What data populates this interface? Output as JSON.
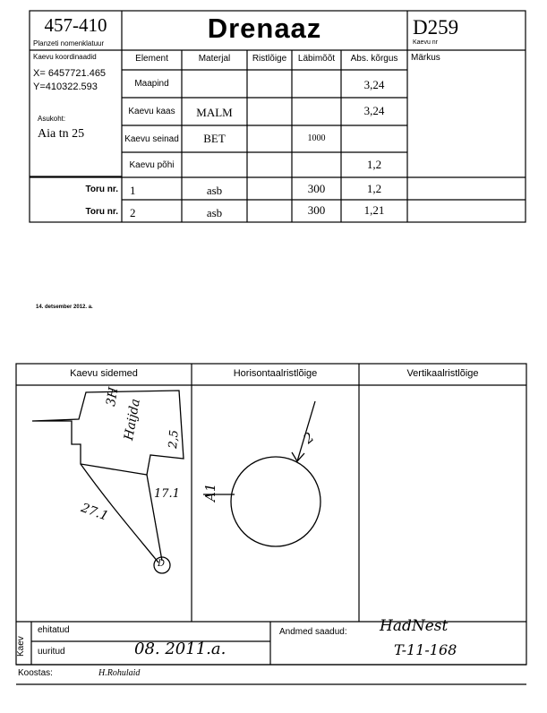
{
  "header": {
    "plan_number": "457-410",
    "plan_number_label": "Planzeti nomenklatuur",
    "title": "Drenaaz",
    "well_number": "D259",
    "well_number_label": "Kaevu nr"
  },
  "coordinates": {
    "label": "Kaevu koordinaadid",
    "x": "X= 6457721.465",
    "y": "Y=410322.593"
  },
  "location": {
    "label": "Asukoht:",
    "value": "Aia tn 25"
  },
  "table": {
    "headers": [
      "Element",
      "Materjal",
      "Ristlõige",
      "Läbimõõt",
      "Abs. kõrgus",
      "Märkus"
    ],
    "rows": [
      {
        "element": "Maapind",
        "material": "",
        "cross": "",
        "diameter": "",
        "height": "3,24"
      },
      {
        "element": "Kaevu kaas",
        "material": "MALM",
        "cross": "",
        "diameter": "",
        "height": "3,24"
      },
      {
        "element": "Kaevu seinad",
        "material": "BET",
        "cross": "",
        "diameter": "1000",
        "height": ""
      },
      {
        "element": "Kaevu põhi",
        "material": "",
        "cross": "",
        "diameter": "",
        "height": "1,2"
      }
    ],
    "pipes": [
      {
        "label": "Toru nr.",
        "nr": "1",
        "material": "asb",
        "diameter": "300",
        "height": "1,2"
      },
      {
        "label": "Toru nr.",
        "nr": "2",
        "material": "asb",
        "diameter": "300",
        "height": "1,21"
      }
    ]
  },
  "date_note": "14. detsember 2012. a.",
  "drawing": {
    "panels": [
      "Kaevu sidemed",
      "Horisontaalristlõige",
      "Vertikaalristlõige"
    ],
    "sketch_labels": {
      "house": "3H",
      "street": "Haijda",
      "dist_25": "2,5",
      "dist_171": "17.1",
      "dist_271": "27.1",
      "well": "D"
    },
    "section_labels": {
      "pipe_a1": "A1",
      "pipe_2": "2"
    }
  },
  "footer": {
    "side_label": "Kaev",
    "built_label": "ehitatud",
    "surveyed_label": "uuritud",
    "surveyed_value": "08. 2011.a.",
    "source_label": "Andmed saadud:",
    "source_value": "HadNest",
    "source_code": "T-11-168",
    "author_label": "Koostas:",
    "author_value": "H.Rohulaid"
  }
}
